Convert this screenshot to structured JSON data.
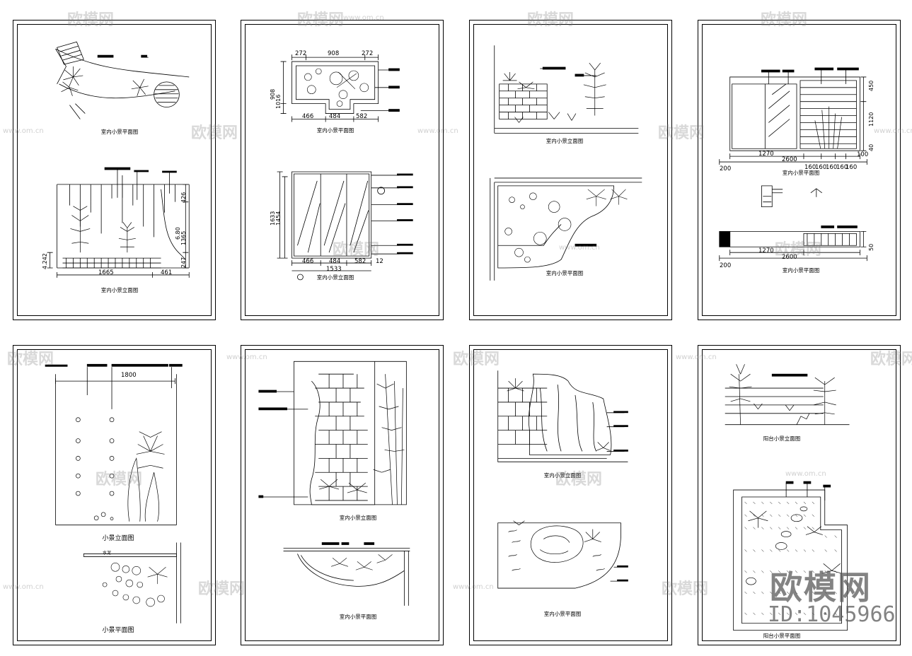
{
  "watermark": {
    "brand": "欧模网",
    "url": "www.om.cn",
    "id": "ID:1045966"
  },
  "sheets": [
    {
      "captions": [
        "室内小景平面图",
        "室内小景立面图"
      ],
      "dims": [
        "1665",
        "461",
        "426",
        "1365",
        "6.80",
        "247",
        "4.242"
      ]
    },
    {
      "captions": [
        "室内小景平面图",
        "室内小景立面图"
      ],
      "dims": [
        "272",
        "908",
        "272",
        "908",
        "1016",
        "466",
        "484",
        "582",
        "1633",
        "1454",
        "466",
        "484",
        "582",
        "12",
        "1533"
      ]
    },
    {
      "captions": [
        "室内小景立面图",
        "室内小景平面图"
      ],
      "dims": []
    },
    {
      "captions": [
        "室内小景平面图",
        "室内小景平面图"
      ],
      "dims": [
        "1270",
        "2600",
        "200",
        "160",
        "160",
        "160",
        "160",
        "160",
        "100",
        "450",
        "1120",
        "40",
        "1270",
        "2600",
        "200",
        "50"
      ]
    },
    {
      "captions": [
        "小景立面图",
        "小景平面图"
      ],
      "dims": [
        "1800",
        "水泥"
      ]
    },
    {
      "captions": [
        "室内小景立面图",
        "室内小景平面图"
      ],
      "dims": []
    },
    {
      "captions": [
        "室内小景立面图",
        "室内小景平面图"
      ],
      "dims": []
    },
    {
      "captions": [
        "阳台小景立面图",
        "阳台小景平面图"
      ],
      "dims": []
    }
  ]
}
